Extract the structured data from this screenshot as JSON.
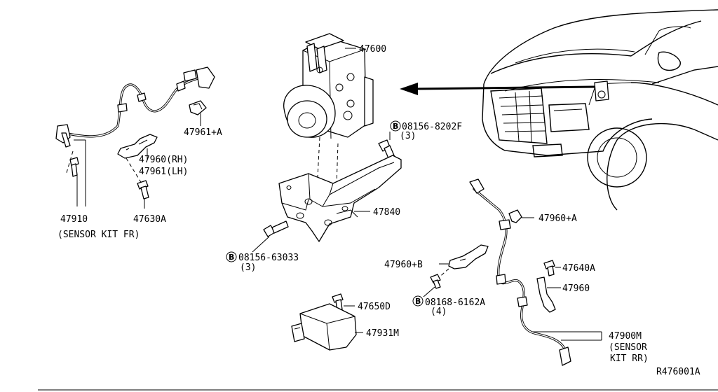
{
  "labels": {
    "p47600": "47600",
    "p08156_8202F": "08156-8202F",
    "p08156_8202F_qty": "(3)",
    "p47961A": "47961+A",
    "p47960RH": "47960(RH)",
    "p47961LH": "47961(LH)",
    "p47910": "47910",
    "p47910_desc": "(SENSOR KIT FR)",
    "p47630A": "47630A",
    "p47840": "47840",
    "p08156_63033": "08156-63033",
    "p08156_63033_qty": "(3)",
    "p47960A": "47960+A",
    "p47960B": "47960+B",
    "p47640A": "47640A",
    "p47960": "47960",
    "p08168_6162A": "08168-6162A",
    "p08168_6162A_qty": "(4)",
    "p47650D": "47650D",
    "p47931M": "47931M",
    "p47900M": "47900M",
    "p47900M_desc1": "(SENSOR",
    "p47900M_desc2": "KIT RR)",
    "ref": "R476001A",
    "bolt_mark": "B"
  }
}
